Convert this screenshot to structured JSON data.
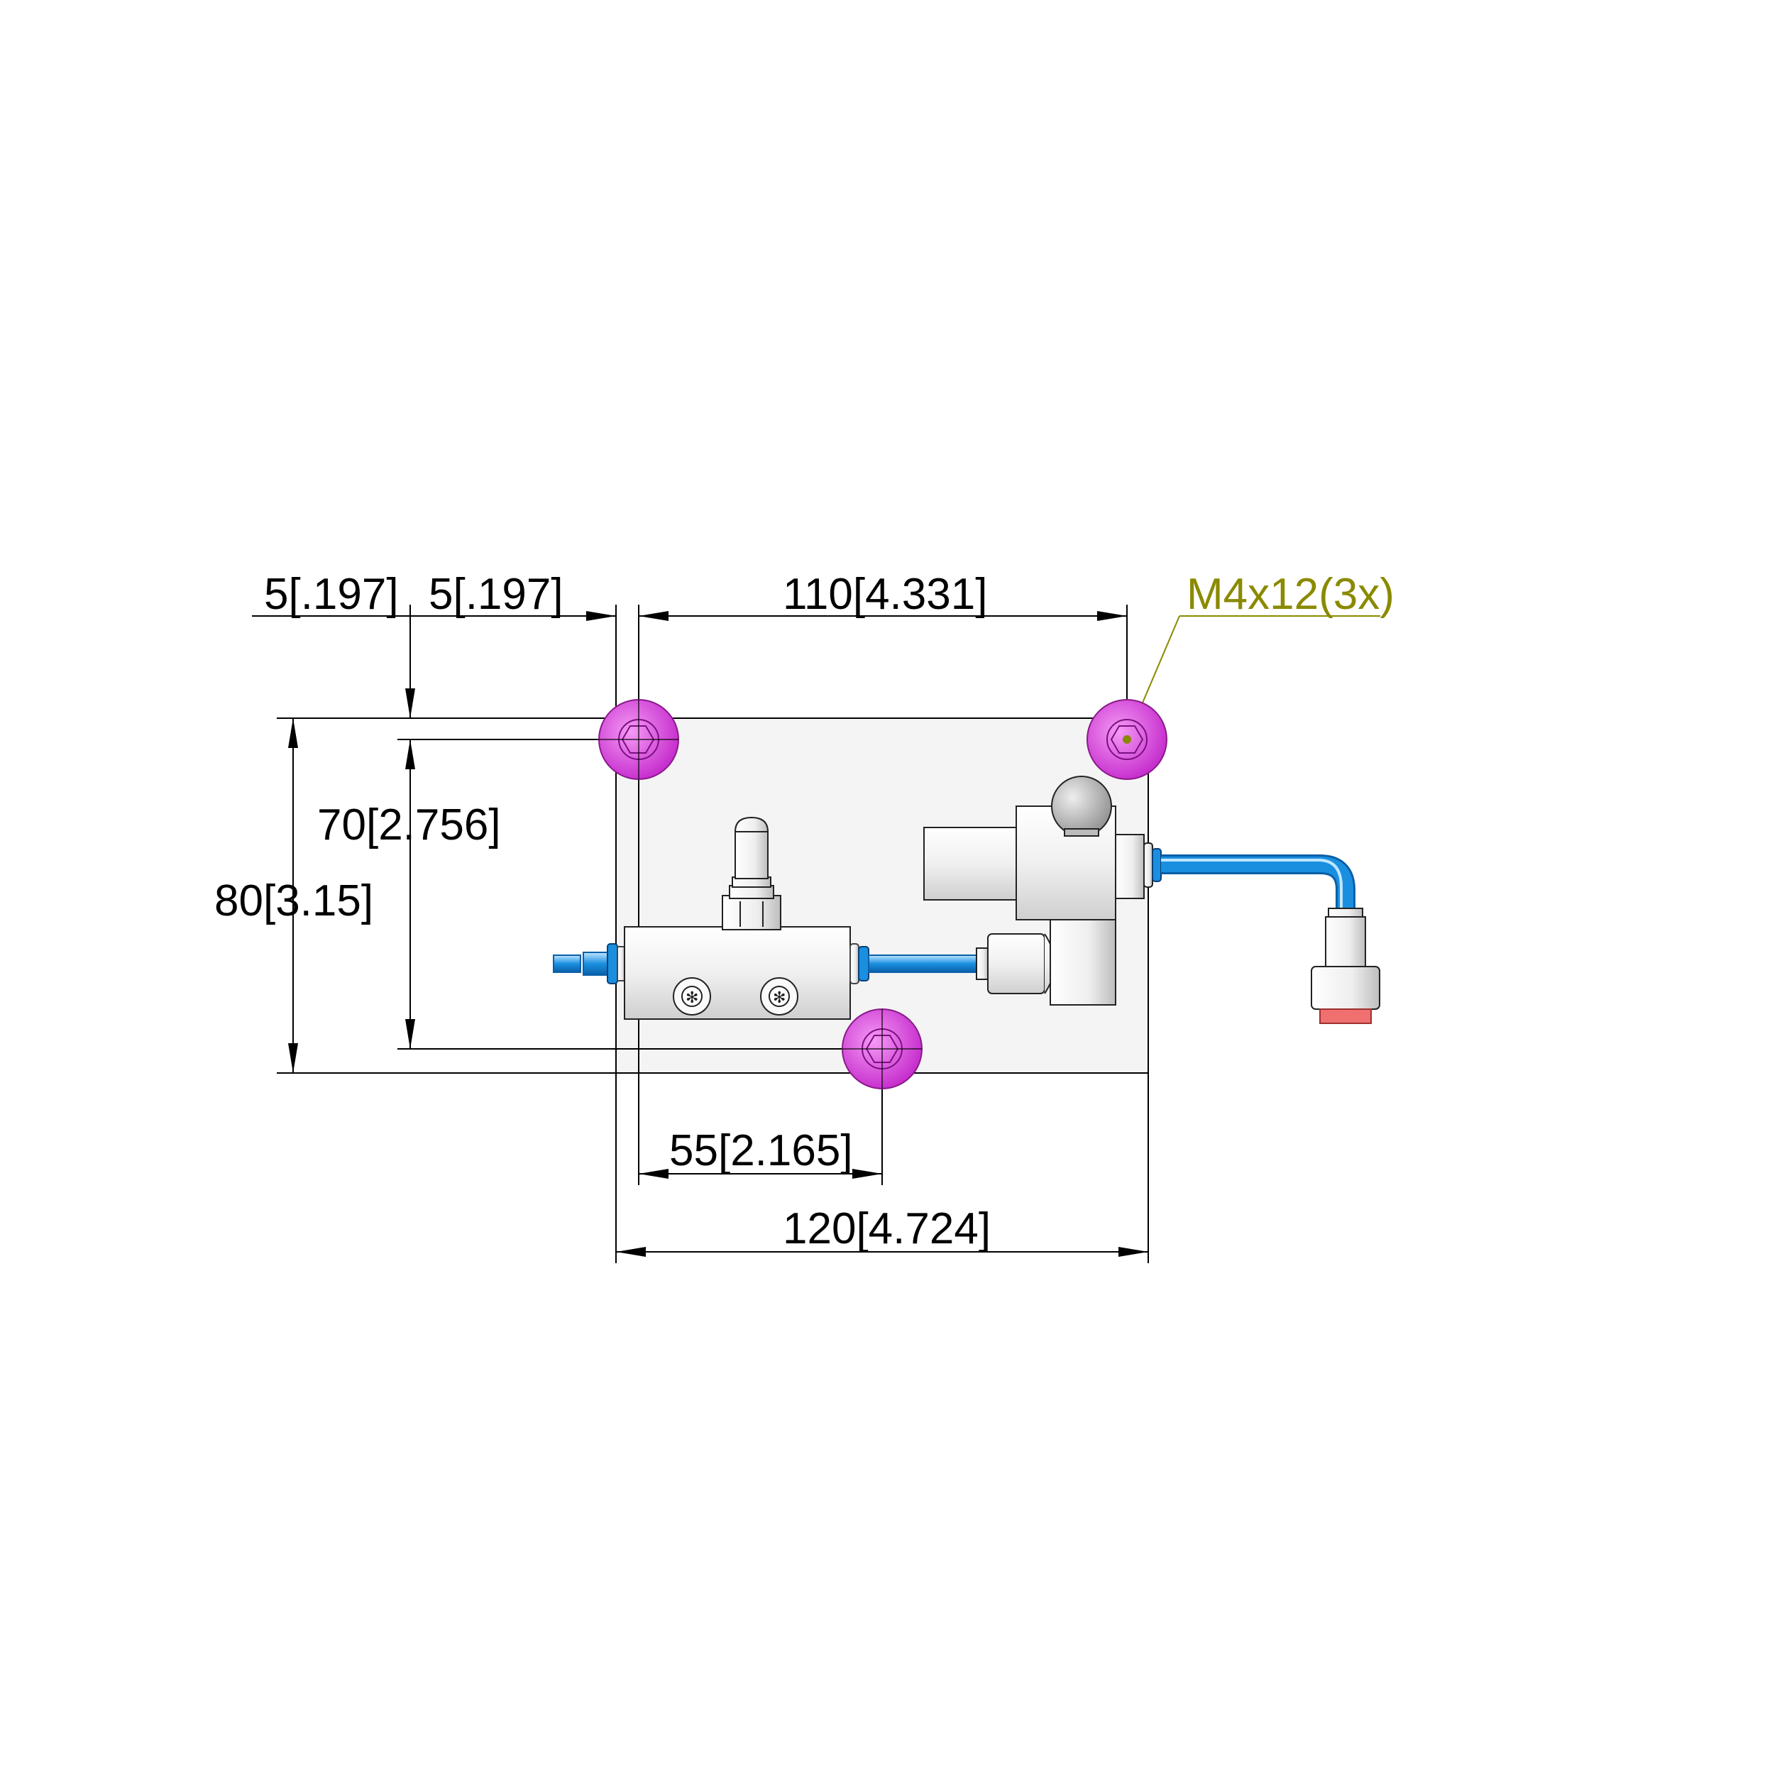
{
  "dimensions": {
    "edge_offset_x": "5[.197]",
    "edge_offset_y": "5[.197]",
    "hole_spacing_x": "110[4.331]",
    "hole_spacing_y": "70[2.756]",
    "plate_height": "80[3.15]",
    "plate_width": "120[4.724]",
    "third_hole_x": "55[2.165]"
  },
  "callout": {
    "label": "M4x12(3x)",
    "color": "#8a8a00"
  },
  "colors": {
    "screw": "#e64be6",
    "tubing": "#1a8fe0",
    "plate": "#f4f4f4",
    "fitting_cap": "#f07070",
    "dimension": "#000000"
  }
}
